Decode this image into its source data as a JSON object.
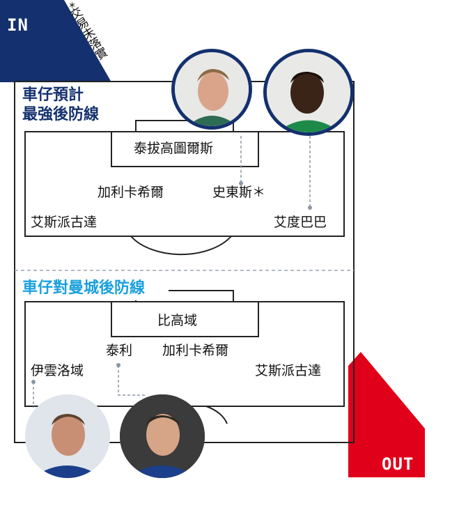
{
  "corner_in": {
    "label": "IN",
    "color": "#14306e"
  },
  "corner_out": {
    "label": "OUT",
    "color": "#e0001a"
  },
  "note": "*交易未落實",
  "projected": {
    "title_line1": "車仔預計",
    "title_line2": "最強後防線",
    "title_color": "#14306e",
    "center": "泰拔高圖爾斯",
    "left_cb": "加利卡希爾",
    "right_cb": "史東斯＊",
    "left_back": "艾斯派古達",
    "right_back": "艾度巴巴"
  },
  "vs_city": {
    "title": "車仔對曼城後防線",
    "title_color": "#1aa0dc",
    "center": "比高域",
    "cb_left": "泰利",
    "cb_right": "加利卡希爾",
    "left_back": "伊雲洛域",
    "right_back": "艾斯派古達"
  },
  "photos": [
    {
      "icon": "player-photo-stones-icon"
    },
    {
      "icon": "player-photo-baba-icon"
    },
    {
      "icon": "player-photo-ivanovic-icon"
    },
    {
      "icon": "player-photo-terry-icon"
    }
  ]
}
